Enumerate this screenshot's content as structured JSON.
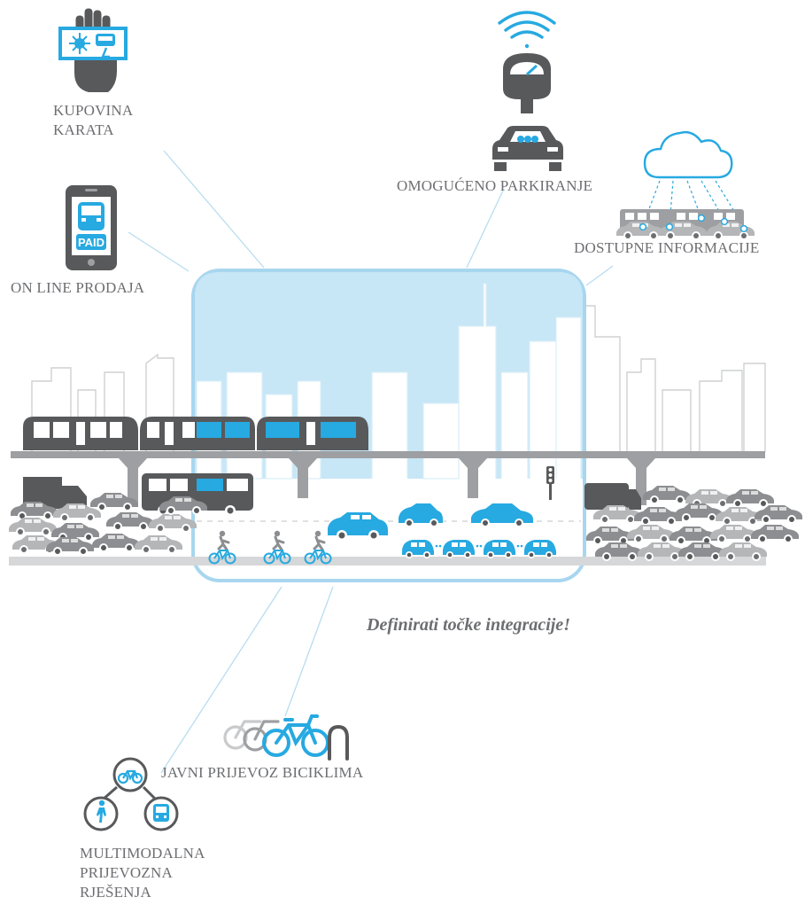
{
  "labels": {
    "ticket_purchase": [
      "KUPOVINA",
      "KARATA"
    ],
    "online_sales": "ON LINE PRODAJA",
    "smart_parking": "OMOGUĆENO PARKIRANJE",
    "info_access": "DOSTUPNE INFORMACIJE",
    "bike_sharing": "JAVNI PRIJEVOZ BICIKLIMA",
    "multimodal": [
      "MULTIMODALNA",
      "PRIJEVOZNA",
      "RJEŠENJA"
    ]
  },
  "phone_badge": "PAID",
  "tagline": "Definirati točke integracije!",
  "icons": [
    "ticket-hand-icon",
    "phone-paid-icon",
    "parking-meter-icon",
    "car-icon",
    "wifi-icon",
    "cloud-icon",
    "bicycle-icon",
    "pedestrian-icon",
    "bus-icon"
  ],
  "colors": {
    "accent": "#27a9e1",
    "highlight_fill": "#c7e6f6",
    "highlight_stroke": "#a8d6ef",
    "connector": "#b8ddf0",
    "dark_gray": "#58595b",
    "mid_gray": "#9d9fa2",
    "label_text": "#6d6e71"
  }
}
